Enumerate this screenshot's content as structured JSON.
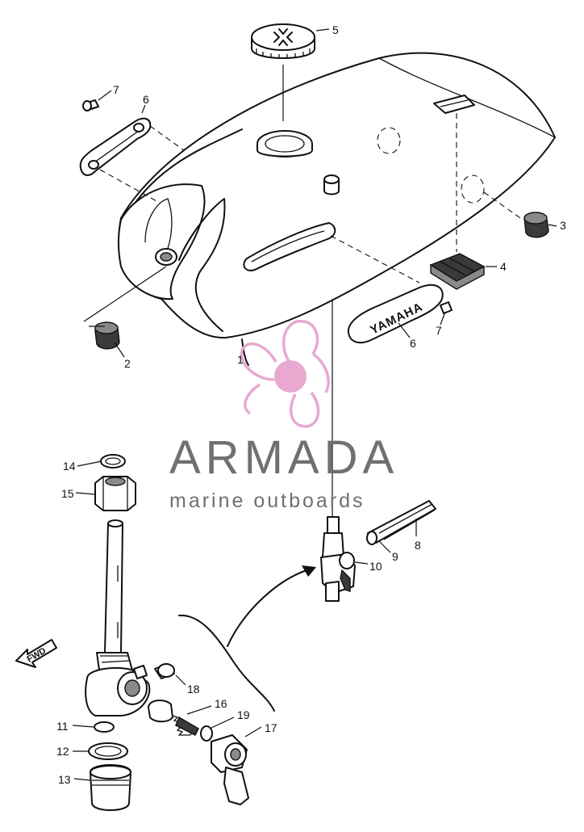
{
  "emblem_text": "YAMAHA",
  "direction_label": "FWD",
  "watermark": {
    "brand": "ARMADA",
    "tagline": "marine outboards",
    "accent_color": "#e8a8d0",
    "text_color": "#707070"
  },
  "callouts": [
    {
      "id": "c5",
      "label": "5"
    },
    {
      "id": "c7a",
      "label": "7"
    },
    {
      "id": "c6a",
      "label": "6"
    },
    {
      "id": "c3",
      "label": "3"
    },
    {
      "id": "c4",
      "label": "4"
    },
    {
      "id": "c2",
      "label": "2"
    },
    {
      "id": "c6b",
      "label": "6"
    },
    {
      "id": "c7b",
      "label": "7"
    },
    {
      "id": "c1",
      "label": "1"
    },
    {
      "id": "c14",
      "label": "14"
    },
    {
      "id": "c15",
      "label": "15"
    },
    {
      "id": "c8",
      "label": "8"
    },
    {
      "id": "c9",
      "label": "9"
    },
    {
      "id": "c10",
      "label": "10"
    },
    {
      "id": "c18",
      "label": "18"
    },
    {
      "id": "c16",
      "label": "16"
    },
    {
      "id": "c19",
      "label": "19"
    },
    {
      "id": "c17",
      "label": "17"
    },
    {
      "id": "c11",
      "label": "11"
    },
    {
      "id": "c12",
      "label": "12"
    },
    {
      "id": "c13",
      "label": "13"
    }
  ]
}
